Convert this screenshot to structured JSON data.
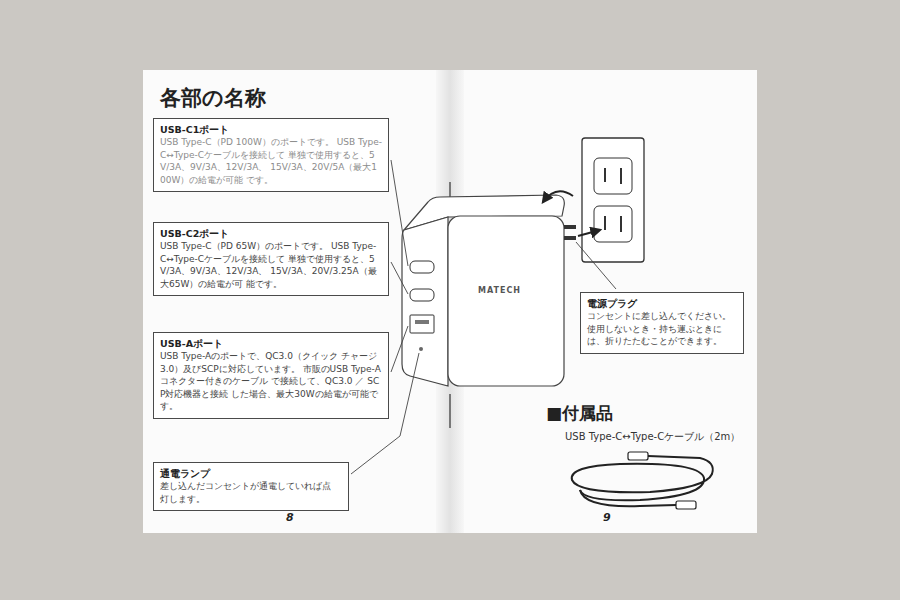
{
  "diagram": {
    "title": "各部の名称",
    "nodes": [
      {
        "text": [
          "USB-C1ポート",
          "USB Type-C（PD 100W）のポートです。 USB Type-C↔Type-Cケーブルを接続して 単独で使用すると、5V/3A、9V/3A、12V/3A、 15V/3A、20V/5A（最大100W）の給電が可能 です。"
        ]
      },
      {
        "text": [
          "USB-C2ポート",
          "USB Type-C（PD 65W）のポートです。 USB Type-C↔Type-Cケーブルを接続して 単独で使用すると、5V/3A、9V/3A、12V/3A、 15V/3A、20V/3.25A（最大65W）の給電が可 能です。"
        ]
      },
      {
        "text": [
          "USB-Aポート",
          "USB Type-Aのポートで、QC3.0（クイック チャージ3.0）及びSCPに対応しています。 市販のUSB Type-Aコネクター付きのケーブル で接続して、QC3.0 ／ SCP対応機器と接続 した場合、最大30Wの給電が可能です。"
        ]
      },
      {
        "text": [
          "通電ランプ",
          "差し込んだコンセントが通電していれば点 灯します。"
        ]
      },
      {
        "text": [
          "電源プラグ",
          "コンセントに差し込んでください。 使用しないとき・持ち運ぶときに は、折りたたむことができます。"
        ]
      }
    ],
    "labels": [
      "MATECH",
      "■付属品",
      "USB Type-C↔Type-Cケーブル（2m）",
      "8",
      "9"
    ]
  }
}
